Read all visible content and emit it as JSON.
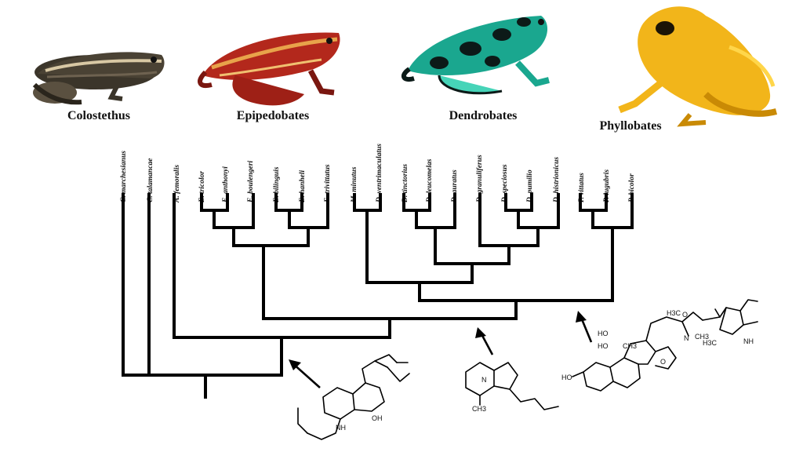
{
  "genera": [
    {
      "name": "Colostethus"
    },
    {
      "name": "Epipedobates"
    },
    {
      "name": "Dendrobates"
    },
    {
      "name": "Phyllobates"
    }
  ],
  "taxa": [
    "C. marchesianus",
    "C. talamancae",
    "A. femoralis",
    "E. tricolor",
    "E. anthonyi",
    "E. boulengeri",
    "E. bilinguis",
    "E. hanheli",
    "E. trivittatus",
    "M. minutus",
    "D. ventrimaculatus",
    "D. tinctorius",
    "D. leucomelas",
    "D. auratus",
    "D. granuliferus",
    "D. speciosus",
    "D. pumilio",
    "D. histrionicus",
    "P. vittatus",
    "P. lugubris",
    "P. bicolor"
  ],
  "frogs": [
    {
      "species_icon": "colostethus-frog",
      "colors": [
        "#3b352a",
        "#d8c8a4",
        "#6e6250"
      ]
    },
    {
      "species_icon": "epipedobates-frog",
      "colors": [
        "#b3281c",
        "#e8a34a",
        "#7a1710"
      ]
    },
    {
      "species_icon": "dendrobates-frog",
      "colors": [
        "#1aa78f",
        "#0c1a18",
        "#46d4b8"
      ]
    },
    {
      "species_icon": "phyllobates-frog",
      "colors": [
        "#f2b51a",
        "#c98a05",
        "#ffd64a"
      ]
    }
  ],
  "chemistry": {
    "labels": [
      "NH",
      "OH",
      "N",
      "CH3",
      "H3C",
      "HO",
      "O",
      "N",
      "CH3",
      "CH3",
      "HO",
      "HO",
      "O",
      "NH",
      "H3C"
    ]
  }
}
